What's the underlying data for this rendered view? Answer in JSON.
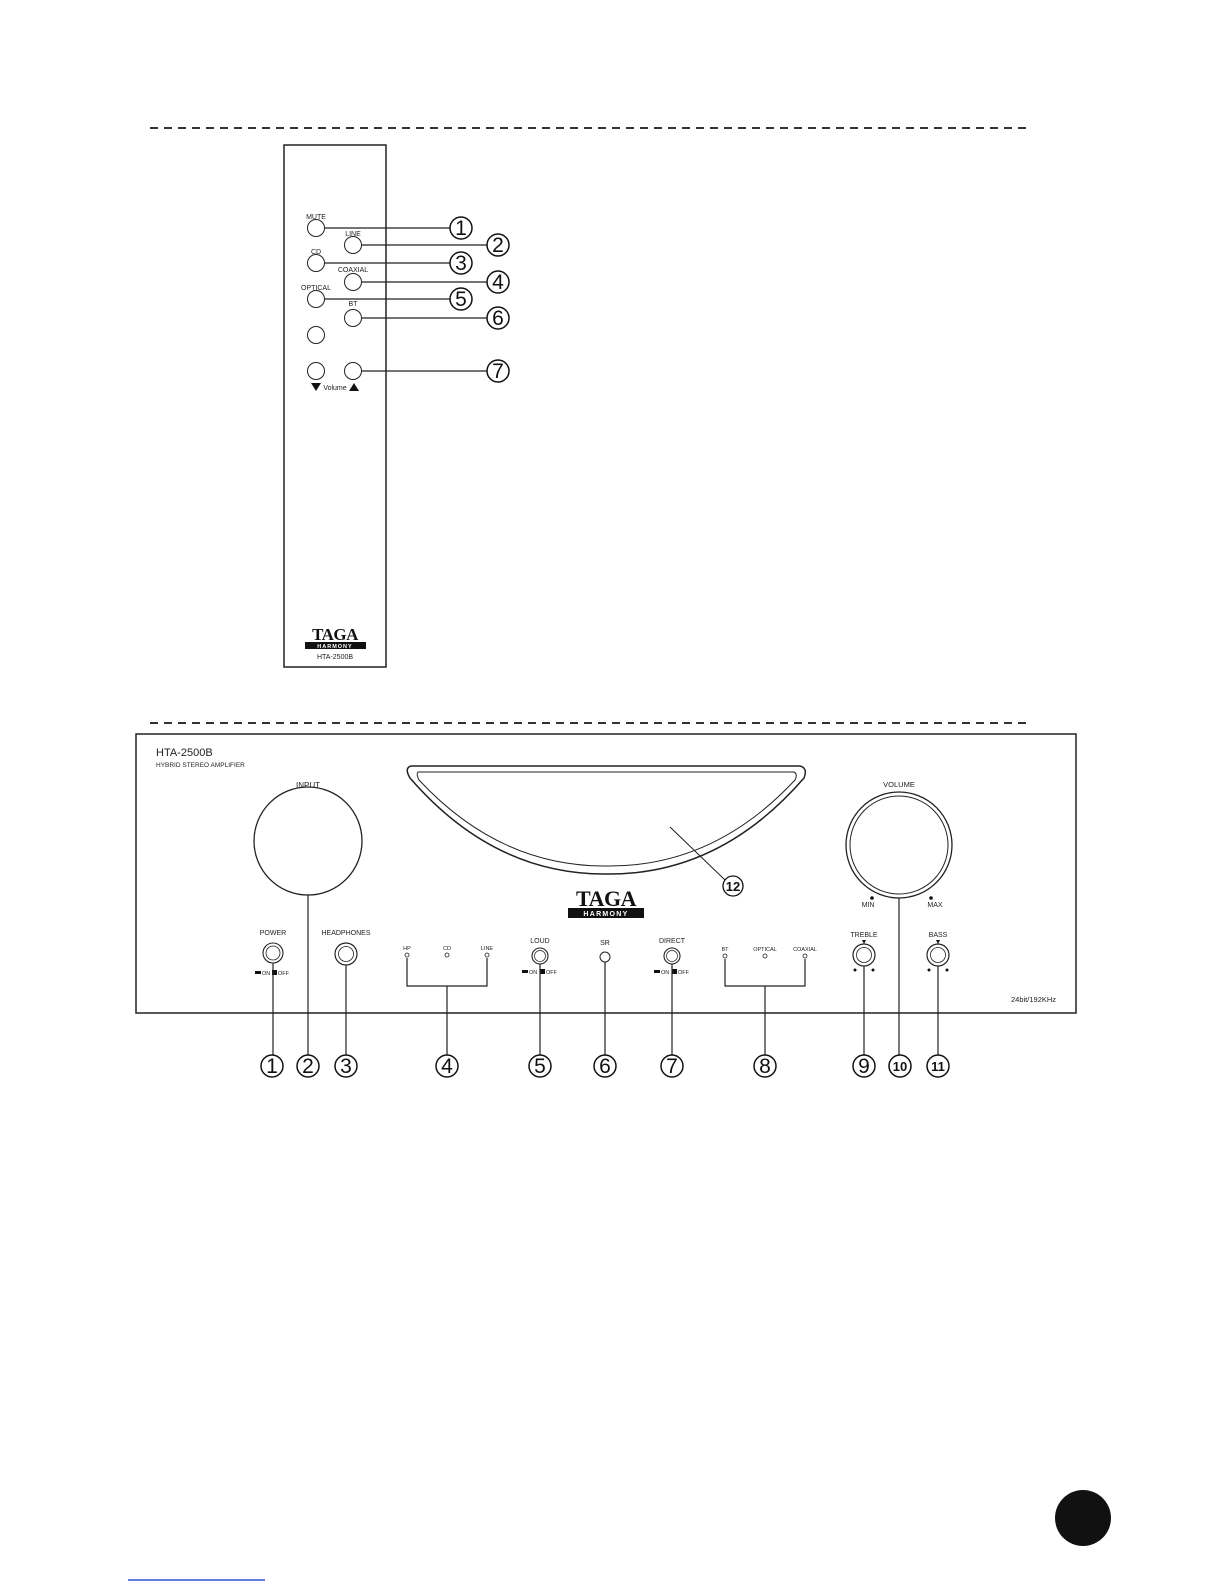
{
  "remote": {
    "button_labels": {
      "mute": "MUTE",
      "line": "LINE",
      "cd": "CD",
      "coaxial": "COAXIAL",
      "optical": "OPTICAL",
      "bt": "BT",
      "volume": "Volume"
    },
    "callouts": [
      "1",
      "2",
      "3",
      "4",
      "5",
      "6",
      "7"
    ],
    "brand": "TAGA",
    "brand_sub": "HARMONY",
    "model": "HTA-2500B"
  },
  "amplifier": {
    "model": "HTA-2500B",
    "subtitle": "HYBRID STEREO AMPLIFIER",
    "input_label": "INPUT",
    "volume_label": "VOLUME",
    "min_label": "MIN",
    "max_label": "MAX",
    "power_label": "POWER",
    "headphones_label": "HEADPHONES",
    "hp_led": "HP",
    "cd_led": "CD",
    "line_led": "LINE",
    "loud_label": "LOUD",
    "sr_label": "SR",
    "direct_label": "DIRECT",
    "bt_led": "BT",
    "optical_led": "OPTICAL",
    "coaxial_led": "COAXIAL",
    "treble_label": "TREBLE",
    "bass_label": "BASS",
    "on_label": "ON",
    "off_label": "OFF",
    "spec": "24bit/192KHz",
    "brand": "TAGA",
    "brand_sub": "HARMONY",
    "display_callout": "12",
    "callouts": [
      "1",
      "2",
      "3",
      "4",
      "5",
      "6",
      "7",
      "8",
      "9",
      "10",
      "11"
    ]
  }
}
